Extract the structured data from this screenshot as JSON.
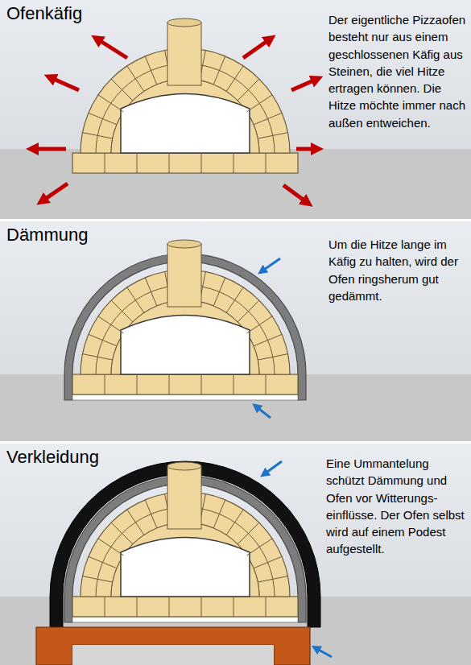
{
  "diagram": {
    "nodes": [
      {
        "text": [
          "Ofenkäfig",
          "Der eigentliche Pizzaofen besteht nur aus einem geschlossenen Käfig aus Steinen, die viel Hitze ertragen können. Die Hitze möchte immer nach außen entweichen."
        ]
      },
      {
        "text": [
          "Dämmung",
          "Um die Hitze lange im Käfig zu halten, wird der Ofen ringsherum gut gedämmt."
        ]
      },
      {
        "text": [
          "Verkleidung",
          "Eine Ummantelung schützt Dämmung und Ofen vor Witterungs- einflüsse. Der Ofen selbst wird auf einem Podest aufgestellt."
        ]
      }
    ]
  }
}
